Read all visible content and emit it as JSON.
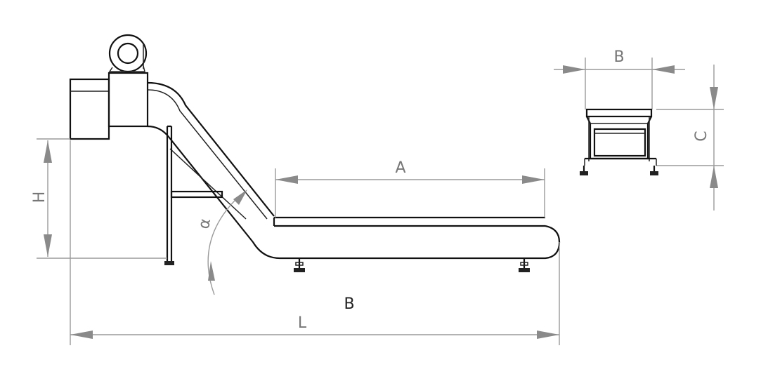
{
  "labels": {
    "a": "A",
    "b_top": "B",
    "b_bottom": "B",
    "l": "L",
    "h": "H",
    "c": "C",
    "alpha": "α"
  }
}
